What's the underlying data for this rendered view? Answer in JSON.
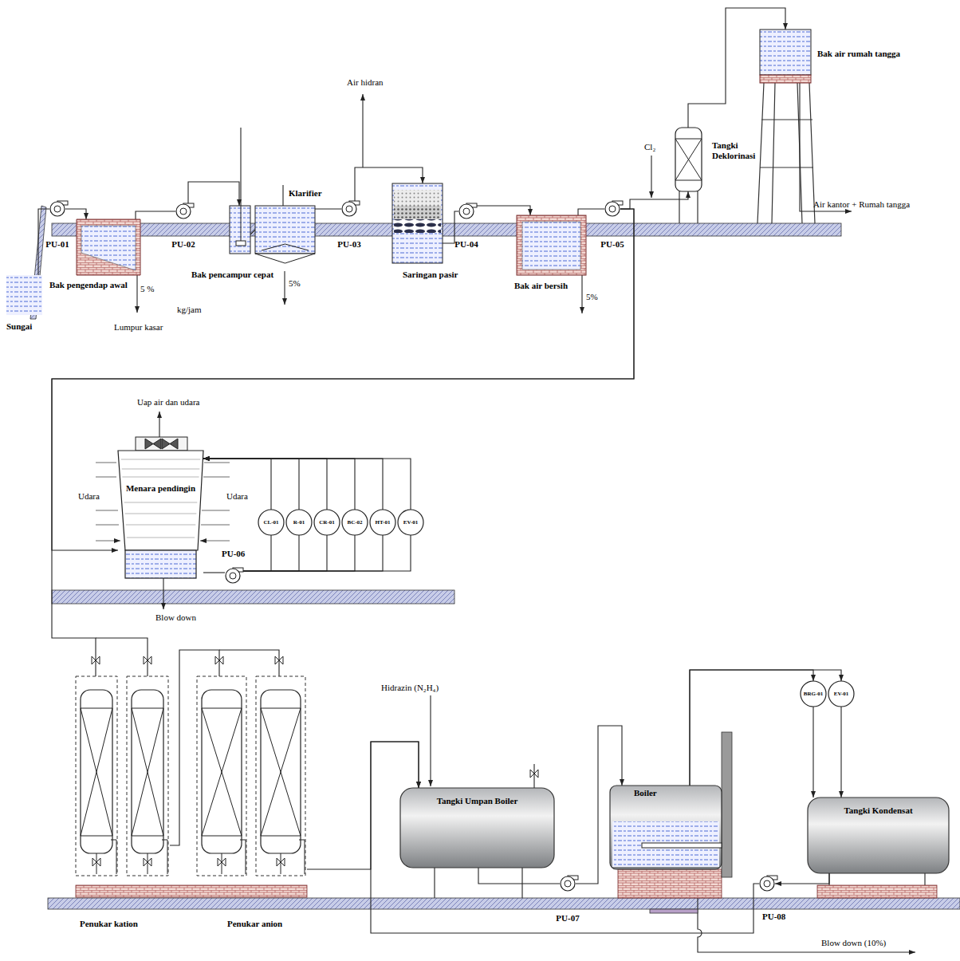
{
  "diagram": {
    "nodes": [
      {
        "text": [
          "Sungai"
        ]
      },
      {
        "text": [
          "PU-01"
        ]
      },
      {
        "text": [
          "Bak pengendap awal"
        ]
      },
      {
        "text": [
          "PU-02"
        ]
      },
      {
        "text": [
          "Bak pencampur cepat"
        ]
      },
      {
        "text": [
          "Klarifier"
        ]
      },
      {
        "text": [
          "PU-03"
        ]
      },
      {
        "text": [
          "Saringan pasir"
        ]
      },
      {
        "text": [
          "PU-04"
        ]
      },
      {
        "text": [
          "Bak air bersih"
        ]
      },
      {
        "text": [
          "PU-05"
        ]
      },
      {
        "text": [
          "Tangki Deklorinasi"
        ]
      },
      {
        "text": [
          "Bak air rumah tangga"
        ]
      },
      {
        "text": [
          "Menara pendingin"
        ]
      },
      {
        "text": [
          "PU-06"
        ]
      },
      {
        "text": [
          "CL-01"
        ]
      },
      {
        "text": [
          "R-01"
        ]
      },
      {
        "text": [
          "CR-01"
        ]
      },
      {
        "text": [
          "BC-02"
        ]
      },
      {
        "text": [
          "HT-01"
        ]
      },
      {
        "text": [
          "EV-01"
        ]
      },
      {
        "text": [
          "Penukar kation"
        ]
      },
      {
        "text": [
          "Penukar anion"
        ]
      },
      {
        "text": [
          "Tangki Umpan Boiler"
        ]
      },
      {
        "text": [
          "PU-07"
        ]
      },
      {
        "text": [
          "Boiler"
        ]
      },
      {
        "text": [
          "BRG-01"
        ]
      },
      {
        "text": [
          "EV-01"
        ]
      },
      {
        "text": [
          "Tangki Kondensat"
        ]
      },
      {
        "text": [
          "PU-08"
        ]
      }
    ],
    "edges": [
      {
        "from": 0,
        "to": 1,
        "arrow": "none"
      },
      {
        "from": 1,
        "to": 2,
        "arrow": "to"
      },
      {
        "from": 2,
        "to": 3,
        "arrow": "none"
      },
      {
        "from": 3,
        "to": 4,
        "arrow": "to"
      },
      {
        "from": 4,
        "to": 5,
        "arrow": "none"
      },
      {
        "from": 5,
        "to": 6,
        "arrow": "none"
      },
      {
        "from": 6,
        "to": 7,
        "arrow": "to"
      },
      {
        "from": 7,
        "to": 8,
        "arrow": "none"
      },
      {
        "from": 8,
        "to": 9,
        "arrow": "to"
      },
      {
        "from": 9,
        "to": 10,
        "arrow": "none"
      },
      {
        "from": 10,
        "to": 11,
        "arrow": "to"
      },
      {
        "from": 11,
        "to": 12,
        "arrow": "to"
      },
      {
        "from": 10,
        "to": 13,
        "arrow": "to"
      },
      {
        "from": 10,
        "to": 21,
        "arrow": "none"
      },
      {
        "from": 13,
        "to": 14,
        "arrow": "none"
      },
      {
        "from": 14,
        "to": 15,
        "arrow": "none"
      },
      {
        "from": 14,
        "to": 16,
        "arrow": "none"
      },
      {
        "from": 14,
        "to": 17,
        "arrow": "none"
      },
      {
        "from": 14,
        "to": 18,
        "arrow": "none"
      },
      {
        "from": 14,
        "to": 19,
        "arrow": "none"
      },
      {
        "from": 14,
        "to": 20,
        "arrow": "none"
      },
      {
        "from": 15,
        "to": 13,
        "arrow": "to"
      },
      {
        "from": 16,
        "to": 13,
        "arrow": "to"
      },
      {
        "from": 17,
        "to": 13,
        "arrow": "to"
      },
      {
        "from": 18,
        "to": 13,
        "arrow": "to"
      },
      {
        "from": 19,
        "to": 13,
        "arrow": "to"
      },
      {
        "from": 20,
        "to": 13,
        "arrow": "to"
      },
      {
        "from": 21,
        "to": 22,
        "arrow": "none"
      },
      {
        "from": 22,
        "to": 23,
        "arrow": "to"
      },
      {
        "from": 23,
        "to": 24,
        "arrow": "none"
      },
      {
        "from": 24,
        "to": 25,
        "arrow": "to"
      },
      {
        "from": 25,
        "to": 26,
        "arrow": "to"
      },
      {
        "from": 25,
        "to": 27,
        "arrow": "to"
      },
      {
        "from": 26,
        "to": 28,
        "arrow": "to"
      },
      {
        "from": 27,
        "to": 28,
        "arrow": "to"
      },
      {
        "from": 28,
        "to": 29,
        "arrow": "to"
      },
      {
        "from": 29,
        "to": 23,
        "arrow": "to"
      }
    ],
    "labels": [
      "Air hidran",
      "Cl₂",
      "Air kantor + Rumah tangga",
      "5 %",
      "5%",
      "5%",
      "kg/jam",
      "Lumpur kasar",
      "Uap air dan udara",
      "Udara",
      "Udara",
      "Blow down",
      "Hidrazin (N₂H₄)",
      "Blow down (10%)"
    ]
  }
}
